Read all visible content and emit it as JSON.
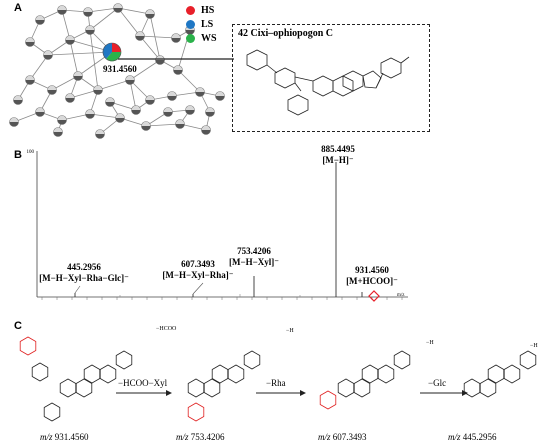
{
  "panels": {
    "a": "A",
    "b": "B",
    "c": "C"
  },
  "legend": [
    {
      "label": "HS",
      "color": "#e8202a"
    },
    {
      "label": "LS",
      "color": "#1f77c4"
    },
    {
      "label": "WS",
      "color": "#2ab24a"
    }
  ],
  "network": {
    "node_label": "931.4560"
  },
  "compound": {
    "title": "42 Cixi–ophiopogon C"
  },
  "spectrum": {
    "y_top_label": "100",
    "x_unit": "m/z",
    "peaks": [
      {
        "mz": "885.4495",
        "ion": "[M−H]⁻"
      },
      {
        "mz": "753.4206",
        "ion": "[M−H−Xyl]⁻"
      },
      {
        "mz": "607.3493",
        "ion": "[M−H−Xyl−Rha]⁻"
      },
      {
        "mz": "445.2956",
        "ion": "[M−H−Xyl−Rha−Glc]⁻"
      },
      {
        "mz": "931.4560",
        "ion": "[M+HCOO]⁻"
      }
    ]
  },
  "pathway": {
    "steps": [
      "−HCOO−Xyl",
      "−Rha",
      "−Glc"
    ],
    "structures": [
      {
        "mz": "931.4560",
        "adduct": "−HCOO"
      },
      {
        "mz": "753.4206",
        "adduct": "−H"
      },
      {
        "mz": "607.3493",
        "adduct": "−H"
      },
      {
        "mz": "445.2956",
        "adduct": "−H"
      }
    ],
    "mz_prefix": "m/z"
  }
}
